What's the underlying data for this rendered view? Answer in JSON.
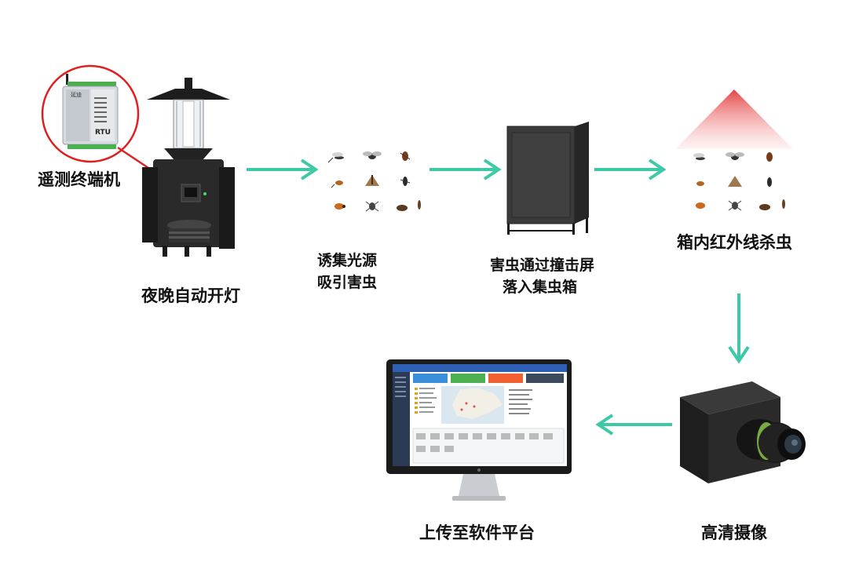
{
  "colors": {
    "arrow": "#3dc9a6",
    "device": "#1f1f1f",
    "rtu_ring": "#e02020",
    "laser": "#f2a0a0"
  },
  "steps": {
    "rtu": "遥测终端机",
    "lamp": "夜晚自动开灯",
    "lure_line1": "诱集光源",
    "lure_line2": "吸引害虫",
    "box_line1": "害虫通过撞击屏",
    "box_line2": "落入集虫箱",
    "kill": "箱内红外线杀虫",
    "camera": "高清摄像",
    "upload": "上传至软件平台"
  },
  "rtu_panel": {
    "brand": "延迪",
    "model": "RTU"
  },
  "icons": [
    "arrow-right-icon",
    "arrow-down-icon",
    "arrow-left-icon",
    "insect-icon"
  ]
}
